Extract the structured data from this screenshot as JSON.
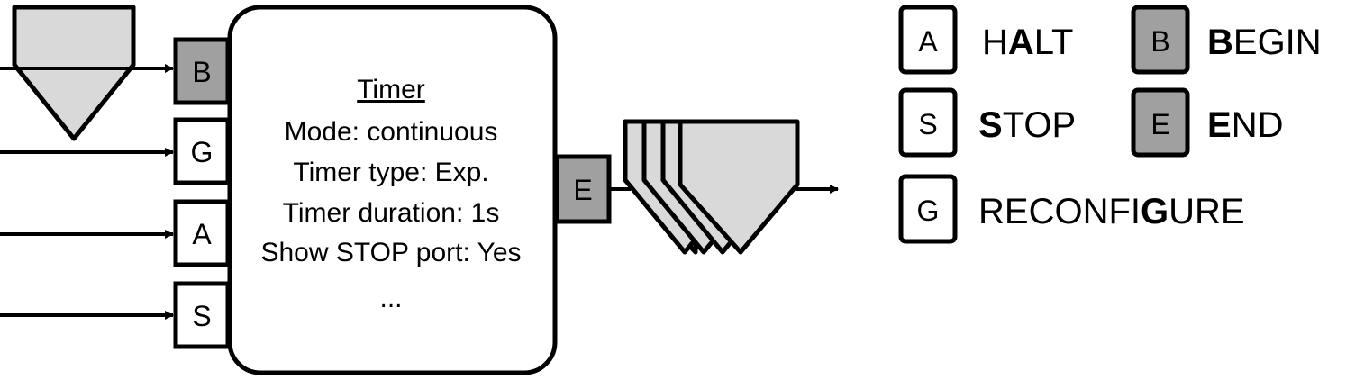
{
  "timer_block": {
    "title": "Timer",
    "lines": [
      "Mode: continuous",
      "Timer type: Exp.",
      "Timer duration: 1s",
      "Show STOP port: Yes",
      "..."
    ]
  },
  "ports": {
    "input_begin": "B",
    "input_reconfigure": "G",
    "input_halt": "A",
    "input_stop": "S",
    "output_end": "E"
  },
  "legend": [
    {
      "key": "A",
      "filled": false,
      "pre": "H",
      "bold": "A",
      "post": "LT"
    },
    {
      "key": "B",
      "filled": true,
      "pre": "",
      "bold": "B",
      "post": "EGIN"
    },
    {
      "key": "S",
      "filled": false,
      "pre": "",
      "bold": "S",
      "post": "TOP"
    },
    {
      "key": "E",
      "filled": true,
      "pre": "",
      "bold": "E",
      "post": "ND"
    },
    {
      "key": "G",
      "filled": false,
      "pre": "RECONFI",
      "bold": "G",
      "post": "URE"
    }
  ],
  "colors": {
    "port_filled": "#a0a0a0",
    "port_empty": "#ffffff",
    "token_fill": "#d9d9d9",
    "stroke": "#000000"
  }
}
